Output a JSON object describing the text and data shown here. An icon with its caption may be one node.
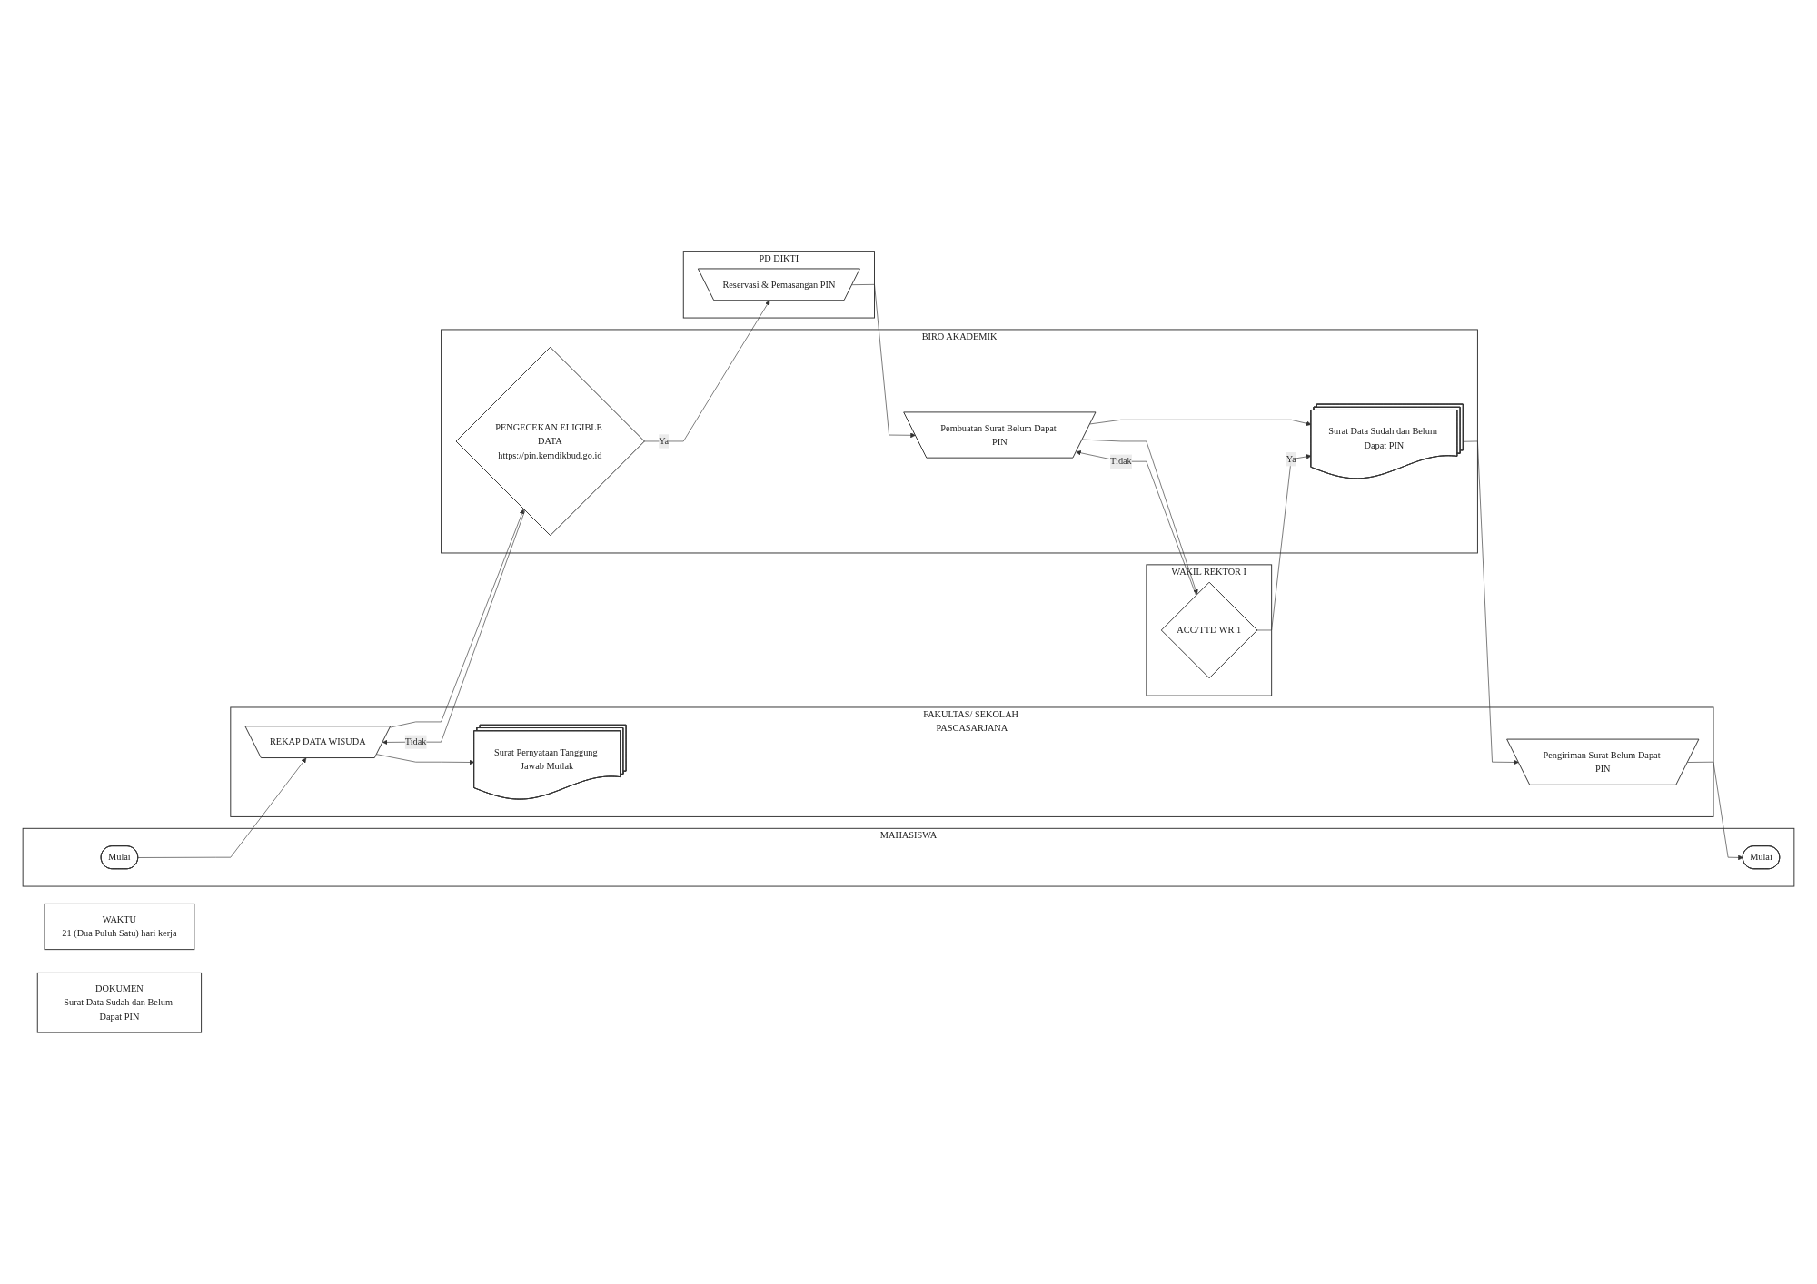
{
  "diagram": {
    "nodes": [
      {
        "text": [
          "MAHASISWA"
        ]
      },
      {
        "text": [
          "FAKULTAS/ SEKOLAH PASCASARJANA"
        ]
      },
      {
        "text": [
          "BIRO AKADEMIK"
        ]
      },
      {
        "text": [
          "PD DIKTI"
        ]
      },
      {
        "text": [
          "WAKIL REKTOR I"
        ]
      },
      {
        "text": [
          "WAKTU",
          "21 (Dua Puluh Satu) hari kerja"
        ]
      },
      {
        "text": [
          "DOKUMEN",
          "Surat Data Sudah dan Belum Dapat PIN"
        ]
      },
      {
        "text": [
          "Mulai"
        ],
        "in": 0
      },
      {
        "text": [
          "REKAP DATA WISUDA"
        ],
        "in": 1
      },
      {
        "text": [
          "PENGECEKAN ELIGIBLE DATA",
          "https://pin.kemdikbud.go.id"
        ],
        "in": 2
      },
      {
        "text": [
          "Surat Pernyataan Tanggung Jawab Mutlak"
        ],
        "in": 1
      },
      {
        "text": [
          "Reservasi & Pemasangan PIN"
        ],
        "in": 3
      },
      {
        "text": [
          "Pembuatan Surat Belum Dapat PIN"
        ],
        "in": 2
      },
      {
        "text": [
          "ACC/TTD WR 1"
        ],
        "in": 4
      },
      {
        "text": [
          "Surat Data Sudah dan Belum Dapat PIN"
        ],
        "in": 2
      },
      {
        "text": [
          "Pengiriman Surat Belum Dapat PIN"
        ],
        "in": 1
      },
      {
        "text": [
          "Mulai"
        ],
        "in": 0
      }
    ],
    "edges": [
      {
        "from": 7,
        "to": 8,
        "arrow": "to"
      },
      {
        "from": 8,
        "to": 9,
        "arrow": "to"
      },
      {
        "from": 9,
        "to": 8,
        "arrow": "to",
        "label": "Tidak"
      },
      {
        "from": 8,
        "to": 10,
        "arrow": "to"
      },
      {
        "from": 9,
        "to": 11,
        "arrow": "to",
        "label": "Ya"
      },
      {
        "from": 11,
        "to": 12,
        "arrow": "to"
      },
      {
        "from": 12,
        "to": 13,
        "arrow": "to"
      },
      {
        "from": 13,
        "to": 12,
        "arrow": "to",
        "label": "Tidak"
      },
      {
        "from": 12,
        "to": 14,
        "arrow": "to"
      },
      {
        "from": 13,
        "to": 14,
        "arrow": "to",
        "label": "Ya"
      },
      {
        "from": 14,
        "to": 15,
        "arrow": "to"
      },
      {
        "from": 15,
        "to": 16,
        "arrow": "to"
      }
    ]
  }
}
